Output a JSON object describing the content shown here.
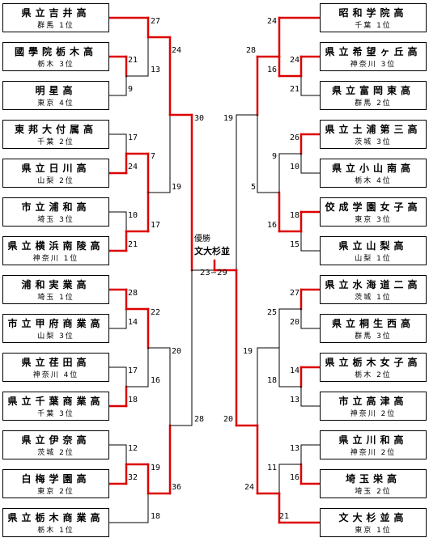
{
  "colors": {
    "win": "#dd0000",
    "lose": "#000000"
  },
  "champion": {
    "label": "優勝",
    "name": "文大杉並"
  },
  "final_score": "23−29",
  "left_teams": [
    {
      "name": "県立吉井高",
      "info": "群馬 1位"
    },
    {
      "name": "國學院栃木高",
      "info": "栃木 3位"
    },
    {
      "name": "明星高",
      "info": "東京 4位"
    },
    {
      "name": "東邦大付属高",
      "info": "千葉 2位"
    },
    {
      "name": "県立日川高",
      "info": "山梨 2位"
    },
    {
      "name": "市立浦和高",
      "info": "埼玉 3位"
    },
    {
      "name": "県立横浜南陵高",
      "info": "神奈川 1位"
    },
    {
      "name": "浦和実業高",
      "info": "埼玉 1位"
    },
    {
      "name": "市立甲府商業高",
      "info": "山梨 3位"
    },
    {
      "name": "県立荏田高",
      "info": "神奈川 4位"
    },
    {
      "name": "県立千葉商業高",
      "info": "千葉 3位"
    },
    {
      "name": "県立伊奈高",
      "info": "茨城 2位"
    },
    {
      "name": "白梅学園高",
      "info": "東京 2位"
    },
    {
      "name": "県立栃木商業高",
      "info": "栃木 1位"
    }
  ],
  "right_teams": [
    {
      "name": "昭和学院高",
      "info": "千葉 1位"
    },
    {
      "name": "県立希望ヶ丘高",
      "info": "神奈川 3位"
    },
    {
      "name": "県立富岡東高",
      "info": "群馬 2位"
    },
    {
      "name": "県立土浦第三高",
      "info": "茨城 3位"
    },
    {
      "name": "県立小山南高",
      "info": "栃木 4位"
    },
    {
      "name": "佼成学園女子高",
      "info": "東京 3位"
    },
    {
      "name": "県立山梨高",
      "info": "山梨 1位"
    },
    {
      "name": "県立水海道二高",
      "info": "茨城 1位"
    },
    {
      "name": "県立桐生西高",
      "info": "群馬 3位"
    },
    {
      "name": "県立栃木女子高",
      "info": "栃木 2位"
    },
    {
      "name": "市立高津高",
      "info": "神奈川 2位"
    },
    {
      "name": "県立川和高",
      "info": "神奈川 2位"
    },
    {
      "name": "埼玉栄高",
      "info": "埼玉 2位"
    },
    {
      "name": "文大杉並高",
      "info": "東京 1位"
    }
  ],
  "scores": {
    "L_A1": "27",
    "L_A2": "21",
    "L_A3": "13",
    "L_A4": "9",
    "L_A5": "24",
    "L_B1": "17",
    "L_B2": "7",
    "L_B3": "24",
    "L_B4": "19",
    "L_B5": "10",
    "L_B6": "17",
    "L_B7": "21",
    "L_AB": "30",
    "L_C1": "28",
    "L_C2": "22",
    "L_C3": "14",
    "L_C4": "20",
    "L_C5": "17",
    "L_C6": "16",
    "L_C7": "18",
    "L_D1": "12",
    "L_D2": "19",
    "L_D3": "32",
    "L_D4": "18",
    "L_D5": "36",
    "L_CD": "28",
    "R_A1": "24",
    "R_A2": "28",
    "R_A3": "24",
    "R_A4": "16",
    "R_A5": "21",
    "R_B1": "26",
    "R_B2": "9",
    "R_B3": "10",
    "R_B4": "5",
    "R_B5": "18",
    "R_B6": "16",
    "R_B7": "15",
    "R_AB": "19",
    "R_C1": "27",
    "R_C2": "25",
    "R_C3": "20",
    "R_C4": "19",
    "R_C5": "14",
    "R_C6": "18",
    "R_C7": "13",
    "R_D1": "13",
    "R_D2": "11",
    "R_D3": "16",
    "R_D4": "24",
    "R_D5": "21",
    "R_CD": "20"
  }
}
